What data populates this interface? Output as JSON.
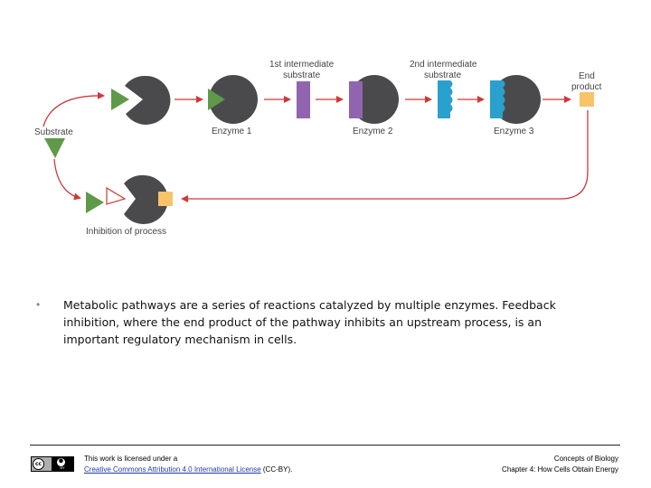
{
  "diagram": {
    "labels": {
      "substrate": "Substrate",
      "first_intermediate_line1": "1st intermediate",
      "first_intermediate_line2": "substrate",
      "second_intermediate_line1": "2nd intermediate",
      "second_intermediate_line2": "substrate",
      "end_product_line1": "End",
      "end_product_line2": "product",
      "enzyme_1": "Enzyme 1",
      "enzyme_2": "Enzyme 2",
      "enzyme_3": "Enzyme 3",
      "inhibition": "Inhibition of process"
    },
    "colors": {
      "enzyme": "#4a4a4d",
      "substrate_green": "#5e9a47",
      "first_intermediate_purple": "#9164b0",
      "second_intermediate_blue": "#2aa0cc",
      "end_product_yellow": "#f8c46a",
      "arrow_red": "#d03838"
    }
  },
  "bullet": {
    "text": "Metabolic pathways are a series of reactions catalyzed by multiple enzymes. Feedback inhibition, where the end product of the pathway inhibits an upstream process, is an important regulatory mechanism in cells."
  },
  "footer": {
    "license_prefix": "This work is licensed under a",
    "license_link": "Creative Commons Attribution 4.0 International License",
    "license_suffix": " (CC-BY).",
    "book_title": "Concepts of Biology",
    "chapter": "Chapter 4: How Cells Obtain Energy",
    "badge_cc": "cc",
    "badge_by": "BY"
  }
}
